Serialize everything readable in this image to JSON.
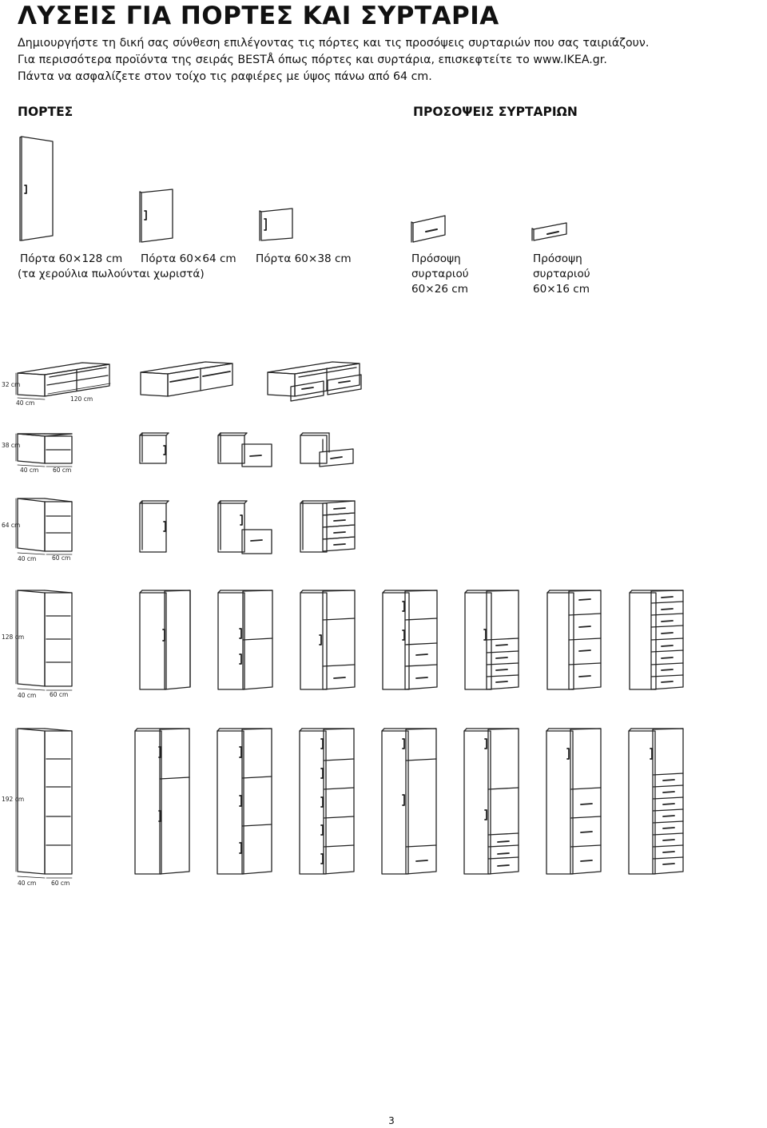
{
  "title": "ΛΥΣΕΙΣ ΓΙΑ ΠΟΡΤΕΣ ΚΑΙ ΣΥΡΤΑΡΙΑ",
  "intro": [
    "Δημιουργήστε τη δική σας σύνθεση επιλέγοντας τις πόρτες και τις προσόψεις συρταριών που σας ταιριάζουν.",
    "Για περισσότερα προϊόντα της σειράς BESTÅ όπως πόρτες και συρτάρια, επισκεφτείτε το www.IKEA.gr.",
    "Πάντα να ασφαλίζετε στον τοίχο τις ραφιέρες με ύψος πάνω από 64 cm."
  ],
  "doors_heading": "ΠΟΡΤΕΣ",
  "drawers_heading": "ΠΡΟΣΟΨΕΙΣ ΣΥΡΤΑΡΙΩΝ",
  "products": {
    "door_128": "Πόρτα 60×128 cm",
    "door_64": "Πόρτα 60×64 cm",
    "door_38": "Πόρτα 60×38 cm",
    "handles_note": "(τα χερούλια πωλούνται χωριστά)",
    "drawer_26": [
      "Πρόσοψη",
      "συρταριού",
      "60×26 cm"
    ],
    "drawer_16": [
      "Πρόσοψη",
      "συρταριού",
      "60×16 cm"
    ]
  },
  "dimensions": {
    "row1": {
      "height": "32 cm",
      "depth": "40 cm",
      "width": "120 cm"
    },
    "row2": {
      "height": "38 cm",
      "depth": "40 cm",
      "width": "60 cm"
    },
    "row3": {
      "height": "64 cm",
      "depth": "40 cm",
      "width": "60 cm"
    },
    "row4": {
      "height": "128 cm",
      "depth": "40 cm",
      "width": "60 cm"
    },
    "row5": {
      "height": "192 cm",
      "depth": "40 cm",
      "width": "60 cm"
    }
  },
  "page_number": "3"
}
